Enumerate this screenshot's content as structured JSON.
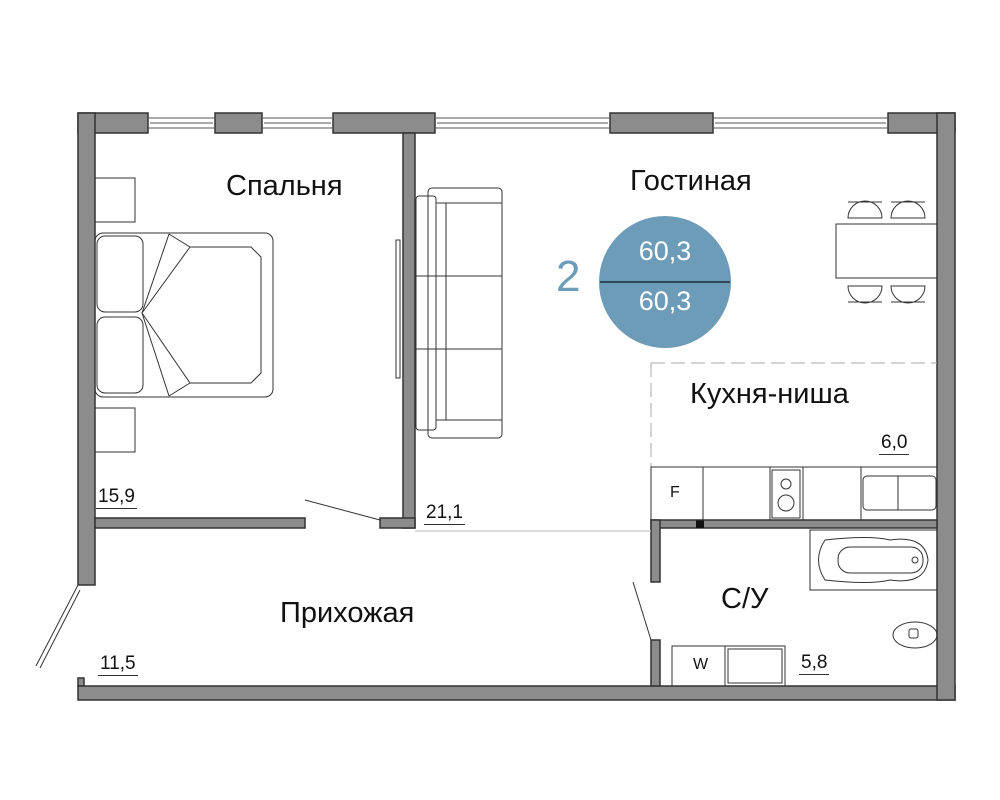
{
  "apartment": {
    "rooms_count": "2",
    "total_area": "60,3",
    "living_area": "60,3",
    "badge_color": "#6d9cb8"
  },
  "rooms": [
    {
      "name": "Спальня",
      "area": "15,9"
    },
    {
      "name": "Гостиная",
      "area": "21,1"
    },
    {
      "name": "Кухня-ниша",
      "area": "6,0"
    },
    {
      "name": "Прихожая",
      "area": "11,5"
    },
    {
      "name": "С/У",
      "area": "5,8"
    }
  ],
  "fixtures": {
    "fridge": "F",
    "washer": "W"
  },
  "colors": {
    "wall": "#8c8c8c",
    "line": "#333333"
  }
}
